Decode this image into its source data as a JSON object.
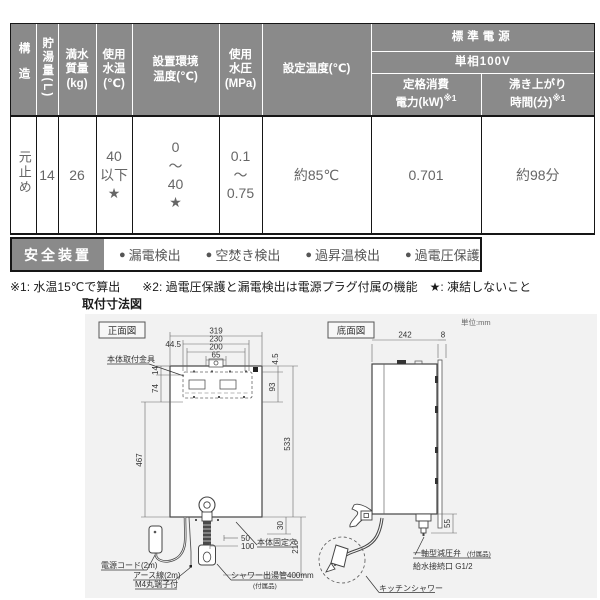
{
  "spec_table": {
    "headers": {
      "structure": "構造",
      "capacity": "貯湯量(L)",
      "mass": "満水\n質量\n(kg)",
      "water_temp": "使用\n水温\n(℃)",
      "ambient": "設置環境\n温度(℃)",
      "pressure": "使用\n水圧\n(MPa)",
      "set_temp": "設定温度(℃)",
      "power_group": "標準電源",
      "power_sub": "単相100V",
      "rated_power": "定格消費\n電力(kW)",
      "rated_power_note": "※1",
      "boil_time": "沸き上がり\n時間(分)",
      "boil_time_note": "※1"
    },
    "row": {
      "structure": "元止め",
      "capacity": "14",
      "mass": "26",
      "water_temp": "40\n以下\n★",
      "ambient": "0\n〜\n40\n★",
      "pressure": "0.1\n〜\n0.75",
      "set_temp": "約85℃",
      "rated_power": "0.701",
      "boil_time": "約98分"
    }
  },
  "safety": {
    "label": "安全装置",
    "bullet": "●",
    "items": [
      "漏電検出",
      "空焚き検出",
      "過昇温検出",
      "過電圧保護"
    ]
  },
  "notes": {
    "n1": "※1: 水温15℃で算出",
    "n2": "※2: 過電圧保護と漏電検出は電源プラグ付属の機能",
    "n3": "★: 凍結しないこと"
  },
  "diagram": {
    "title": "取付寸法図",
    "unit": "単位:mm",
    "front": {
      "view_label": "正面図",
      "dims": {
        "d319": "319",
        "d230": "230",
        "d200": "200",
        "d65": "65",
        "d445": "44.5",
        "d14": "14",
        "d74": "74",
        "d467": "467",
        "d45": "4.5",
        "d93": "93",
        "d533": "533",
        "d30": "30",
        "d210": "210",
        "d50": "50",
        "d100": "100"
      },
      "labels": {
        "bracket": "本体取付金具",
        "fix_hole": "本体固定穴",
        "power_cord": "電源コード(2m)",
        "earth_1": "アース線(2m)",
        "earth_2": "M4丸端子付",
        "shower_pipe": "シャワー出湯管400mm",
        "shower_acc": "(付属品)"
      }
    },
    "bottom": {
      "view_label": "底面図",
      "dims": {
        "d242": "242",
        "d8": "8",
        "d55": "55"
      },
      "labels": {
        "valve": "一軸型減圧弁",
        "valve_acc": "(付属品)",
        "inlet": "給水接続口 G1/2",
        "kitchen": "キッチンシャワー"
      }
    }
  }
}
